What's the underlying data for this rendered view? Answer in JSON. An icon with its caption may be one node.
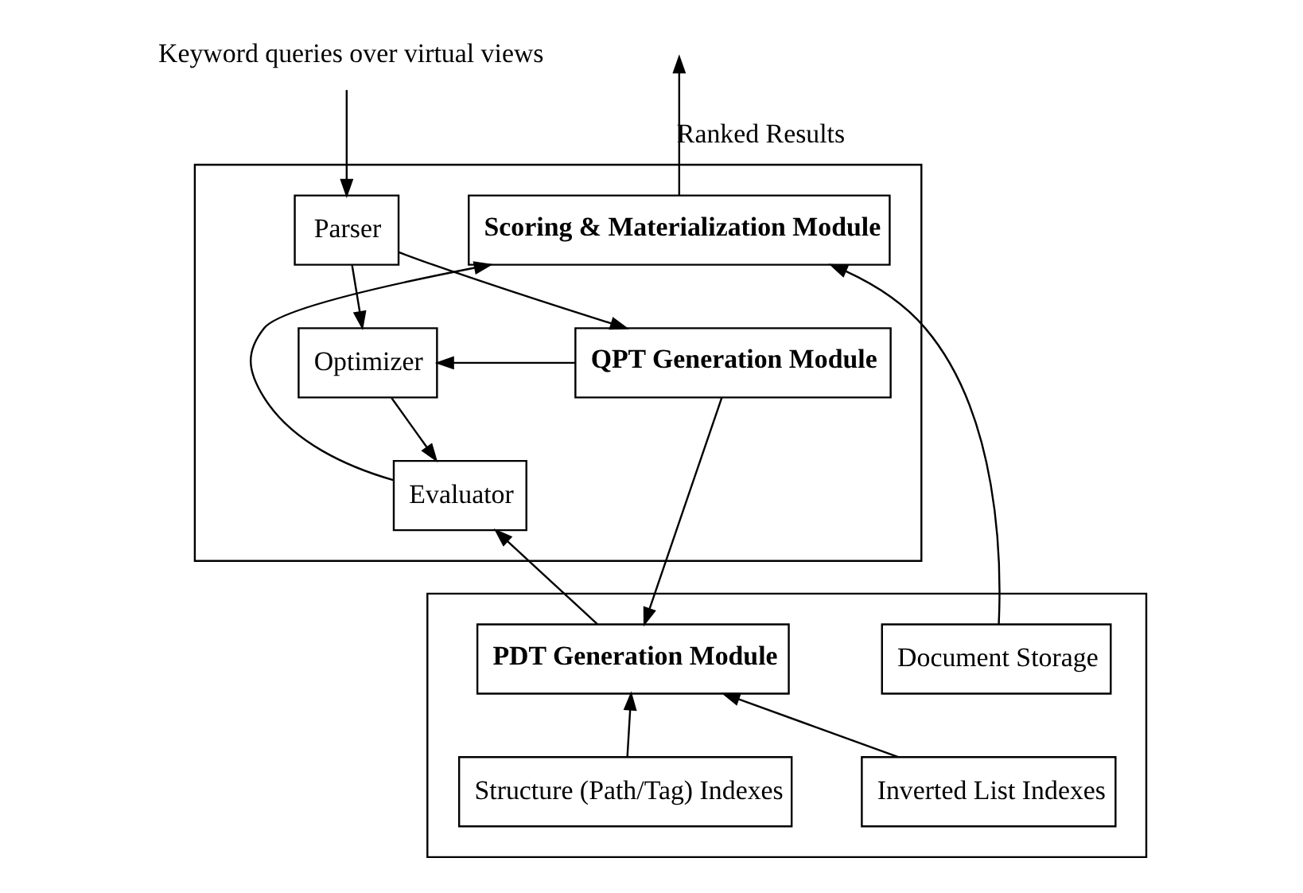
{
  "diagram": {
    "nodes": [
      {
        "text": [],
        "shape": "box"
      },
      {
        "text": [
          "Parser"
        ],
        "in": 0
      },
      {
        "text": [
          "Optimizer"
        ],
        "in": 0
      },
      {
        "text": [
          "Evaluator"
        ],
        "in": 0
      },
      {
        "text": [
          "QPT Generation Module"
        ],
        "in": 0
      },
      {
        "text": [
          "Scoring & Materialization Module"
        ],
        "in": 0
      },
      {
        "text": [],
        "shape": "box"
      },
      {
        "text": [
          "PDT Generation Module"
        ],
        "in": 6
      },
      {
        "text": [
          "Structure (Path/Tag) Indexes"
        ],
        "in": 6
      },
      {
        "text": [
          "Inverted List Indexes"
        ],
        "in": 6
      },
      {
        "text": [
          "Document Storage"
        ],
        "in": 6
      },
      {
        "text": [
          "Keyword queries over virtual views"
        ]
      }
    ],
    "edges": [
      {
        "from": 11,
        "to": 1,
        "arrow": "to"
      },
      {
        "from": 1,
        "to": 2,
        "arrow": "to"
      },
      {
        "from": 2,
        "to": 3,
        "arrow": "to"
      },
      {
        "from": 1,
        "to": 4,
        "arrow": "to"
      },
      {
        "from": 4,
        "to": 2,
        "arrow": "to"
      },
      {
        "from": 3,
        "to": 5,
        "arrow": "to"
      },
      {
        "from": 4,
        "to": 7,
        "arrow": "to"
      },
      {
        "from": 7,
        "to": 3,
        "arrow": "to"
      },
      {
        "from": 8,
        "to": 7,
        "arrow": "to"
      },
      {
        "from": 9,
        "to": 7,
        "arrow": "to"
      },
      {
        "from": 10,
        "to": 5,
        "arrow": "to"
      },
      {
        "from": 5,
        "to": null,
        "arrow": "to",
        "label": "Ranked Results"
      }
    ]
  }
}
